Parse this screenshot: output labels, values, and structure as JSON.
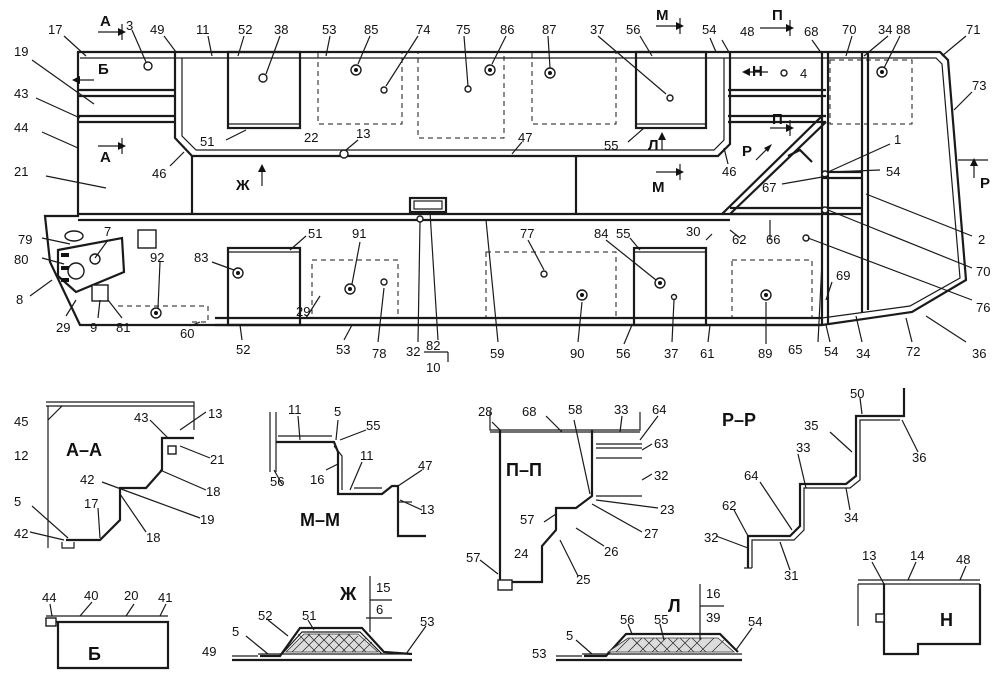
{
  "callouts": [
    {
      "id": "c17",
      "text": "17"
    },
    {
      "id": "c19",
      "text": "19"
    },
    {
      "id": "c43",
      "text": "43"
    },
    {
      "id": "c44",
      "text": "44"
    },
    {
      "id": "c21",
      "text": "21"
    },
    {
      "id": "c79",
      "text": "79"
    },
    {
      "id": "c80",
      "text": "80"
    },
    {
      "id": "c8",
      "text": "8"
    },
    {
      "id": "c29a",
      "text": "29"
    },
    {
      "id": "c9",
      "text": "9"
    },
    {
      "id": "c81",
      "text": "81"
    },
    {
      "id": "c60",
      "text": "60"
    },
    {
      "id": "c3",
      "text": "3"
    },
    {
      "id": "c49",
      "text": "49"
    },
    {
      "id": "c11",
      "text": "11"
    },
    {
      "id": "c52a",
      "text": "52"
    },
    {
      "id": "c38",
      "text": "38"
    },
    {
      "id": "c53a",
      "text": "53"
    },
    {
      "id": "c85",
      "text": "85"
    },
    {
      "id": "c74",
      "text": "74"
    },
    {
      "id": "c75",
      "text": "75"
    },
    {
      "id": "c86",
      "text": "86"
    },
    {
      "id": "c87",
      "text": "87"
    },
    {
      "id": "c37a",
      "text": "37"
    },
    {
      "id": "c56a",
      "text": "56"
    },
    {
      "id": "c54a",
      "text": "54"
    },
    {
      "id": "c48",
      "text": "48"
    },
    {
      "id": "c68",
      "text": "68"
    },
    {
      "id": "c70a",
      "text": "70"
    },
    {
      "id": "c34a",
      "text": "34"
    },
    {
      "id": "c88",
      "text": "88"
    },
    {
      "id": "c71",
      "text": "71"
    },
    {
      "id": "c73",
      "text": "73"
    },
    {
      "id": "c4",
      "text": "4"
    },
    {
      "id": "c51a",
      "text": "51"
    },
    {
      "id": "c13",
      "text": "13"
    },
    {
      "id": "c22",
      "text": "22"
    },
    {
      "id": "c47",
      "text": "47"
    },
    {
      "id": "c55a",
      "text": "55"
    },
    {
      "id": "c46a",
      "text": "46"
    },
    {
      "id": "c46b",
      "text": "46"
    },
    {
      "id": "c1",
      "text": "1"
    },
    {
      "id": "c54b",
      "text": "54"
    },
    {
      "id": "c67",
      "text": "67"
    },
    {
      "id": "c2",
      "text": "2"
    },
    {
      "id": "c62",
      "text": "62"
    },
    {
      "id": "c66",
      "text": "66"
    },
    {
      "id": "c70b",
      "text": "70"
    },
    {
      "id": "c76",
      "text": "76"
    },
    {
      "id": "c7",
      "text": "7"
    },
    {
      "id": "c51b",
      "text": "51"
    },
    {
      "id": "c91",
      "text": "91"
    },
    {
      "id": "c77",
      "text": "77"
    },
    {
      "id": "c84",
      "text": "84"
    },
    {
      "id": "c55b",
      "text": "55"
    },
    {
      "id": "c30",
      "text": "30"
    },
    {
      "id": "c92",
      "text": "92"
    },
    {
      "id": "c83",
      "text": "83"
    },
    {
      "id": "c69",
      "text": "69"
    },
    {
      "id": "c29b",
      "text": "29"
    },
    {
      "id": "c52b",
      "text": "52"
    },
    {
      "id": "c53b",
      "text": "53"
    },
    {
      "id": "c78",
      "text": "78"
    },
    {
      "id": "c32",
      "text": "32"
    },
    {
      "id": "c59",
      "text": "59"
    },
    {
      "id": "c90",
      "text": "90"
    },
    {
      "id": "c56b",
      "text": "56"
    },
    {
      "id": "c37b",
      "text": "37"
    },
    {
      "id": "c61",
      "text": "61"
    },
    {
      "id": "c89",
      "text": "89"
    },
    {
      "id": "c65",
      "text": "65"
    },
    {
      "id": "c54c",
      "text": "54"
    },
    {
      "id": "c34b",
      "text": "34"
    },
    {
      "id": "c72",
      "text": "72"
    },
    {
      "id": "c36",
      "text": "36"
    },
    {
      "id": "c82",
      "text": "82"
    },
    {
      "id": "c10",
      "text": "10"
    }
  ],
  "section_marks": {
    "a_top": "А",
    "a_left": "А",
    "b": "Б",
    "zh": "Ж",
    "m_top": "М",
    "m_mid": "М",
    "p_top": "П",
    "p_mid": "П",
    "r_mid": "Р",
    "r_right": "Р",
    "l": "Л",
    "n": "Н"
  },
  "views": {
    "aa": {
      "title": "А–А",
      "labels": [
        "45",
        "12",
        "43",
        "21",
        "18",
        "42",
        "19",
        "5",
        "42",
        "17",
        "18",
        "13"
      ]
    },
    "mm": {
      "title": "М–М",
      "labels": [
        "11",
        "5",
        "55",
        "56",
        "16",
        "11",
        "47",
        "13"
      ]
    },
    "pp": {
      "title": "П–П",
      "labels": [
        "28",
        "68",
        "58",
        "33",
        "64",
        "63",
        "32",
        "23",
        "57",
        "27",
        "26",
        "25",
        "24",
        "57"
      ]
    },
    "rr": {
      "title": "Р–Р",
      "labels": [
        "50",
        "35",
        "36",
        "33",
        "64",
        "34",
        "62",
        "32",
        "31"
      ]
    },
    "b": {
      "title": "Б",
      "labels": [
        "44",
        "40",
        "20",
        "41"
      ]
    },
    "zh": {
      "title": "Ж",
      "labels": [
        "15",
        "6",
        "52",
        "51",
        "5",
        "49",
        "53"
      ]
    },
    "l": {
      "title": "Л",
      "labels": [
        "16",
        "39",
        "56",
        "55",
        "5",
        "53",
        "54"
      ]
    },
    "n": {
      "title": "Н",
      "labels": [
        "13",
        "14",
        "48"
      ]
    }
  }
}
